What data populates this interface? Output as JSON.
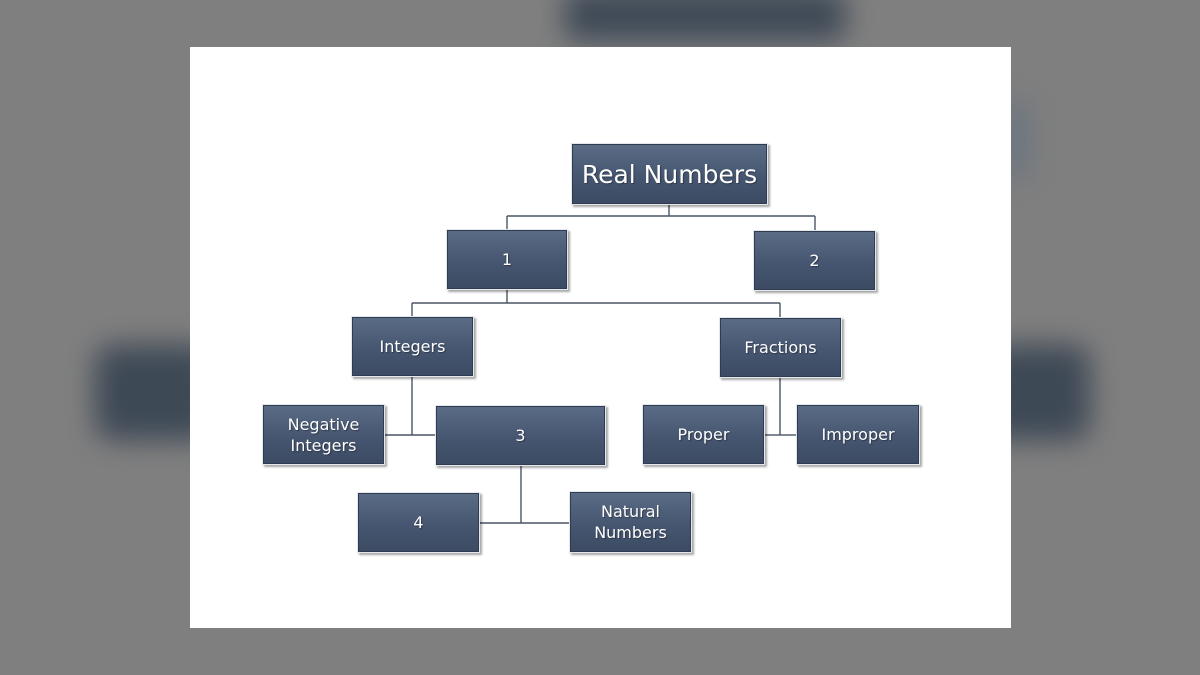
{
  "diagram": {
    "nodes": {
      "root": "Real Numbers",
      "n1": "1",
      "n2": "2",
      "integers": "Integers",
      "fractions": "Fractions",
      "negative_integers": "Negative\nIntegers",
      "n3": "3",
      "proper": "Proper",
      "improper": "Improper",
      "n4": "4",
      "natural_numbers": "Natural\nNumbers"
    },
    "edges": [
      [
        "Real Numbers",
        "1"
      ],
      [
        "Real Numbers",
        "2"
      ],
      [
        "1",
        "Integers"
      ],
      [
        "1",
        "Fractions"
      ],
      [
        "Integers",
        "Negative Integers"
      ],
      [
        "Integers",
        "3"
      ],
      [
        "Fractions",
        "Proper"
      ],
      [
        "Fractions",
        "Improper"
      ],
      [
        "3",
        "4"
      ],
      [
        "3",
        "Natural Numbers"
      ]
    ],
    "colors": {
      "node_fill": "#465670",
      "node_text": "#ffffff",
      "connector": "#4a5566",
      "background": "#7f7f7f",
      "slide": "#ffffff"
    }
  }
}
